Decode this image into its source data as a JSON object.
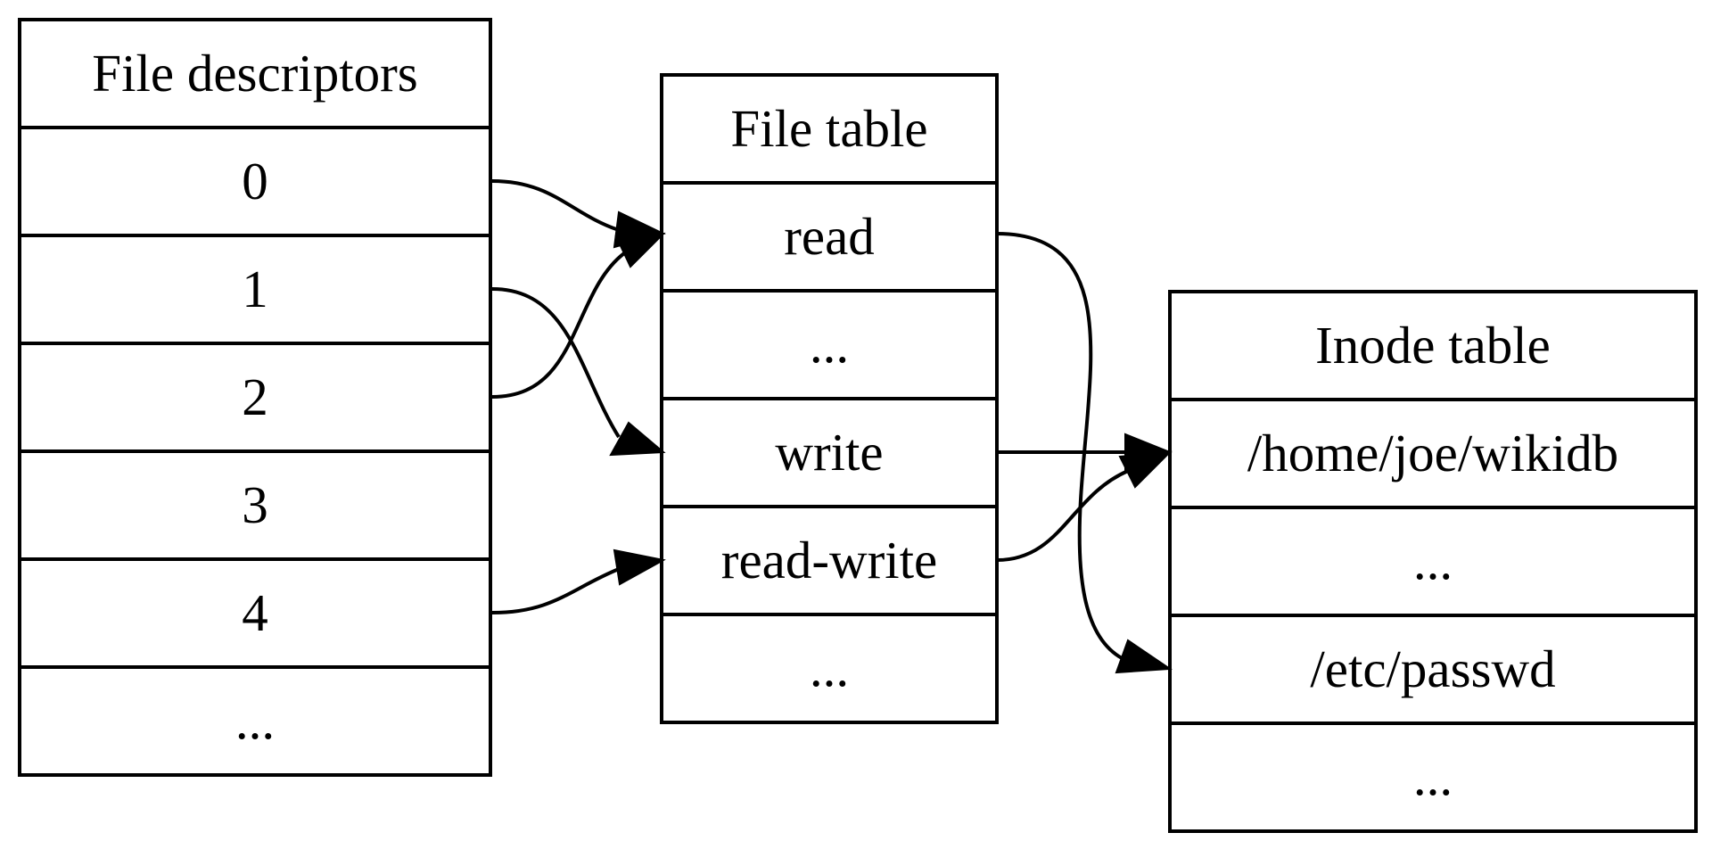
{
  "tables": {
    "file_descriptors": {
      "title": "File descriptors",
      "rows": [
        "0",
        "1",
        "2",
        "3",
        "4",
        "..."
      ]
    },
    "file_table": {
      "title": "File table",
      "rows": [
        "read",
        "...",
        "write",
        "read-write",
        "..."
      ]
    },
    "inode_table": {
      "title": "Inode table",
      "rows": [
        "/home/joe/wikidb",
        "...",
        "/etc/passwd",
        "..."
      ]
    }
  },
  "edges": [
    {
      "from": "file_descriptors.0",
      "to": "file_table.read"
    },
    {
      "from": "file_descriptors.1",
      "to": "file_table.write"
    },
    {
      "from": "file_descriptors.2",
      "to": "file_table.read"
    },
    {
      "from": "file_descriptors.4",
      "to": "file_table.read-write"
    },
    {
      "from": "file_table.read",
      "to": "inode_table./etc/passwd"
    },
    {
      "from": "file_table.write",
      "to": "inode_table./home/joe/wikidb"
    },
    {
      "from": "file_table.read-write",
      "to": "inode_table./home/joe/wikidb"
    }
  ]
}
